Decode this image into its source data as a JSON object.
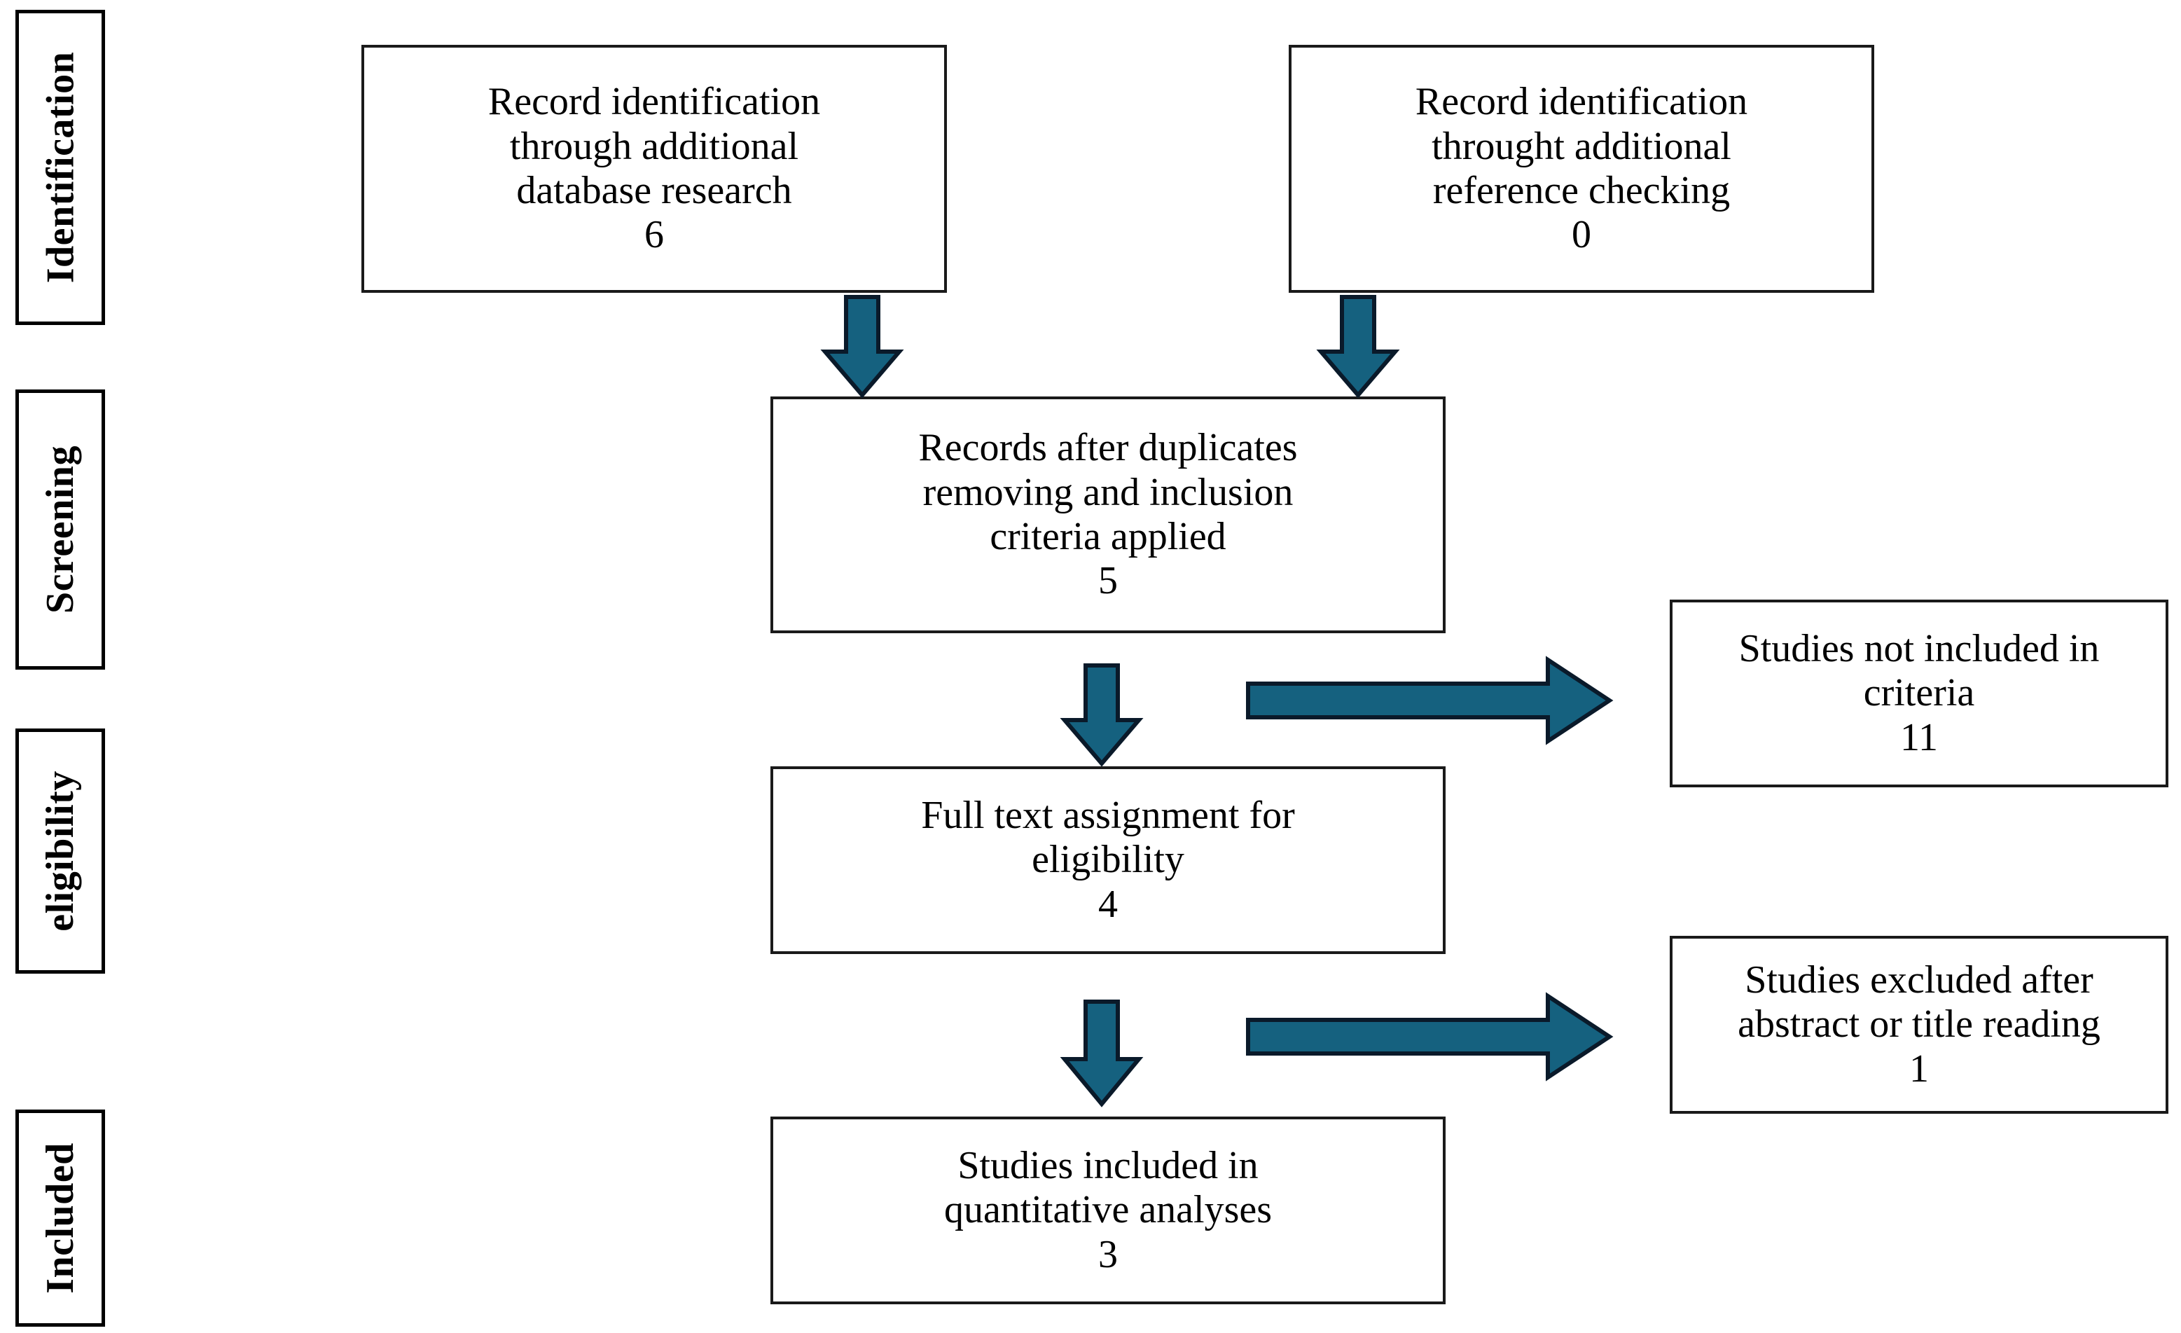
{
  "diagram": {
    "type": "prisma-flow-diagram",
    "accent_color": "#15617F",
    "arrow_outline_color": "#0A1A2A",
    "box_border_color": "#1A1A1A",
    "background_color": "#FFFFFF"
  },
  "stages": [
    {
      "id": "identification",
      "label": "Identification"
    },
    {
      "id": "screening",
      "label": "Screening"
    },
    {
      "id": "eligibility",
      "label": "eligibility"
    },
    {
      "id": "included",
      "label": "Included"
    }
  ],
  "boxes": {
    "identification_database": {
      "lines": [
        "Record identification",
        "through additional",
        "database research"
      ],
      "count": "6"
    },
    "identification_reference": {
      "lines": [
        "Record identification",
        "throught additional",
        "reference checking"
      ],
      "count": "0"
    },
    "screening_records": {
      "lines": [
        "Records after duplicates",
        "removing and inclusion",
        "criteria applied"
      ],
      "count": "5"
    },
    "not_included_criteria": {
      "lines": [
        "Studies not included in",
        "criteria"
      ],
      "count": "11"
    },
    "eligibility_fulltext": {
      "lines": [
        "Full text assignment for",
        "eligibility"
      ],
      "count": "4"
    },
    "excluded_abstract_title": {
      "lines": [
        "Studies excluded after",
        "abstract or title reading"
      ],
      "count": "1"
    },
    "included_quantitative": {
      "lines": [
        "Studies included in",
        "quantitative analyses"
      ],
      "count": "3"
    }
  },
  "arrows": [
    {
      "id": "db-to-screening",
      "direction": "down",
      "from": "identification_database",
      "to": "screening_records"
    },
    {
      "id": "ref-to-screening",
      "direction": "down",
      "from": "identification_reference",
      "to": "screening_records"
    },
    {
      "id": "screening-to-eligibility",
      "direction": "down",
      "from": "screening_records",
      "to": "eligibility_fulltext"
    },
    {
      "id": "screening-to-not-included",
      "direction": "right",
      "from": "screening_records",
      "to": "not_included_criteria"
    },
    {
      "id": "eligibility-to-included",
      "direction": "down",
      "from": "eligibility_fulltext",
      "to": "included_quantitative"
    },
    {
      "id": "eligibility-to-excluded",
      "direction": "right",
      "from": "eligibility_fulltext",
      "to": "excluded_abstract_title"
    }
  ]
}
